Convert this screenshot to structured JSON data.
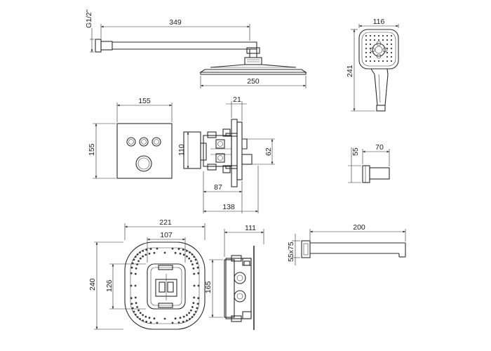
{
  "dimensions": {
    "thread": "G1/2\"",
    "arm_length": "349",
    "head_width": "250",
    "hand_width": "116",
    "hand_length": "241",
    "panel_width": "155",
    "panel_height": "155",
    "depth_top": "21",
    "body_height": "110",
    "offset_62": "62",
    "depth_87": "87",
    "depth_138": "138",
    "elbow_55": "55",
    "elbow_70": "70",
    "box_width": "221",
    "box_inner": "107",
    "box_height": "240",
    "box_inner_h": "126",
    "valve_depth": "111",
    "valve_height": "165",
    "spout_length": "200",
    "spout_section": "55x75"
  }
}
